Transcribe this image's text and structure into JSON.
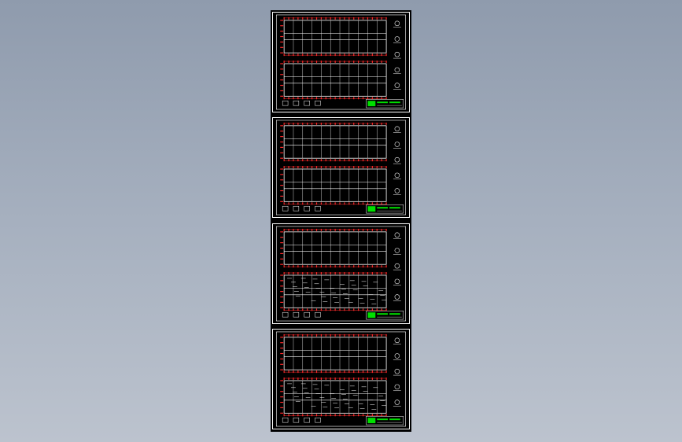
{
  "drawing": {
    "background_top": "#8f9bad",
    "background_bottom": "#bcc3ce",
    "paper_color": "#000000",
    "frame_color": "#ffffff",
    "dimension_color": "#ff2a2a",
    "text_color": "#ffffff",
    "title_block_accent": "#00e000",
    "sheets": [
      {
        "variant": "framing-plan"
      },
      {
        "variant": "framing-plan"
      },
      {
        "variant": "reinforcement-plan"
      },
      {
        "variant": "reinforcement-plan"
      }
    ]
  }
}
